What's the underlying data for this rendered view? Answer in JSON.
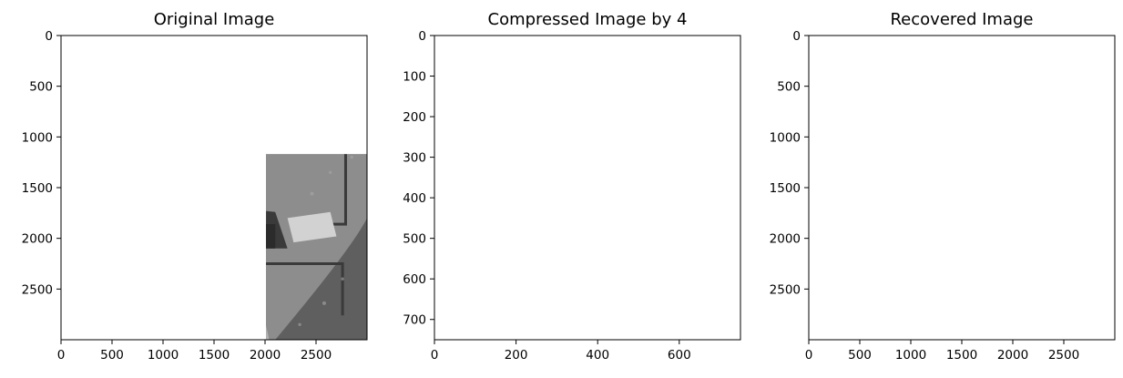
{
  "figure": {
    "background": "#ffffff",
    "image_colormap": "gray"
  },
  "chart_data": [
    {
      "type": "image",
      "title": "Original Image",
      "xlabel": "",
      "ylabel": "",
      "xlim": [
        0,
        3000
      ],
      "ylim": [
        3000,
        0
      ],
      "xticks": [
        0,
        500,
        1000,
        1500,
        2000,
        2500
      ],
      "yticks": [
        0,
        500,
        1000,
        1500,
        2000,
        2500
      ],
      "image_description_icon": "grayscale-photo-icon"
    },
    {
      "type": "image",
      "title": "Compressed Image by 4",
      "xlabel": "",
      "ylabel": "",
      "xlim": [
        0,
        750
      ],
      "ylim": [
        750,
        0
      ],
      "xticks": [
        0,
        200,
        400,
        600
      ],
      "yticks": [
        0,
        100,
        200,
        300,
        400,
        500,
        600,
        700
      ],
      "image_description_icon": "grayscale-photo-icon"
    },
    {
      "type": "image",
      "title": "Recovered Image",
      "xlabel": "",
      "ylabel": "",
      "xlim": [
        0,
        3000
      ],
      "ylim": [
        3000,
        0
      ],
      "xticks": [
        0,
        500,
        1000,
        1500,
        2000,
        2500
      ],
      "yticks": [
        0,
        500,
        1000,
        1500,
        2000,
        2500
      ],
      "image_description_icon": "grayscale-photo-icon"
    }
  ]
}
